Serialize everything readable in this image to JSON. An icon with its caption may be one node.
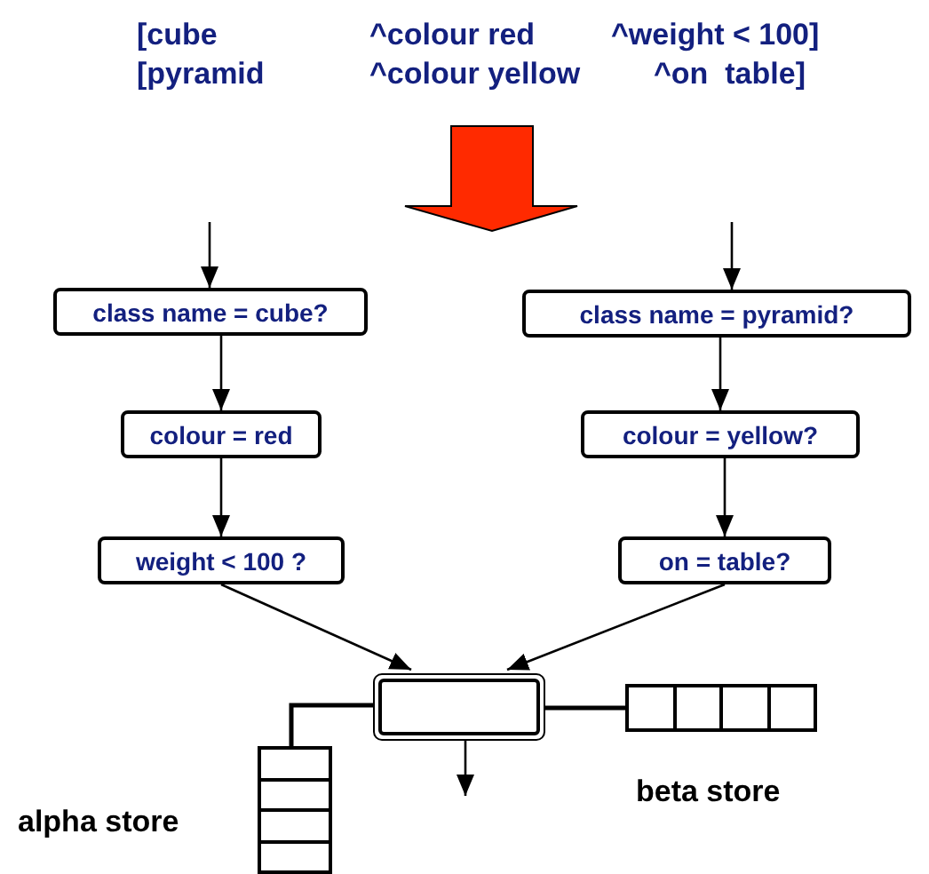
{
  "diagram": {
    "nodes": [
      {
        "text": [
          "class name = cube?"
        ]
      },
      {
        "text": [
          "colour = red"
        ]
      },
      {
        "text": [
          "weight < 100 ?"
        ]
      },
      {
        "text": [
          "class name = pyramid?"
        ]
      },
      {
        "text": [
          "colour = yellow?"
        ]
      },
      {
        "text": [
          "on = table?"
        ]
      },
      {
        "text": [],
        "shape": "box"
      },
      {
        "text": [],
        "shape": "box",
        "beside": [
          "alpha store"
        ]
      },
      {
        "text": [],
        "shape": "box",
        "beside": [
          "beta store"
        ]
      }
    ],
    "edges": [
      {
        "from": null,
        "to": 0,
        "arrow": "to"
      },
      {
        "from": 0,
        "to": 1,
        "arrow": "to"
      },
      {
        "from": 1,
        "to": 2,
        "arrow": "to"
      },
      {
        "from": 2,
        "to": 6,
        "arrow": "to"
      },
      {
        "from": null,
        "to": 3,
        "arrow": "to"
      },
      {
        "from": 3,
        "to": 4,
        "arrow": "to"
      },
      {
        "from": 4,
        "to": 5,
        "arrow": "to"
      },
      {
        "from": 5,
        "to": 6,
        "arrow": "to"
      },
      {
        "from": 6,
        "to": 7,
        "arrow": "none"
      },
      {
        "from": 6,
        "to": 8,
        "arrow": "none"
      },
      {
        "from": 6,
        "to": null,
        "arrow": "to"
      }
    ],
    "labels": [
      "[cube",
      "^colour red",
      "^weight < 100]",
      "[pyramid",
      "^colour yellow",
      "^on  table]"
    ]
  }
}
